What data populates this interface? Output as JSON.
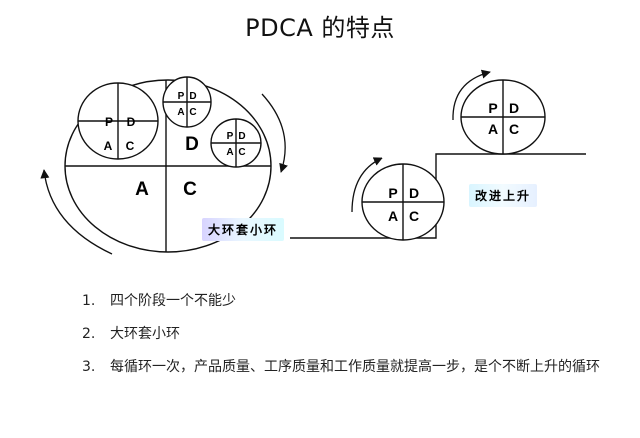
{
  "title": "PDCA 的特点",
  "cycle_letters": {
    "p": "P",
    "d": "D",
    "a": "A",
    "c": "C"
  },
  "labels": {
    "nested": "大环套小环",
    "improve": "改进上升"
  },
  "features": [
    {
      "num": "1.",
      "text": "四个阶段一个不能少"
    },
    {
      "num": "2.",
      "text": "大环套小环"
    },
    {
      "num": "3.",
      "text": "每循环一次，产品质量、工序质量和工作质量就提高一步，是个不断上升的循环"
    }
  ]
}
